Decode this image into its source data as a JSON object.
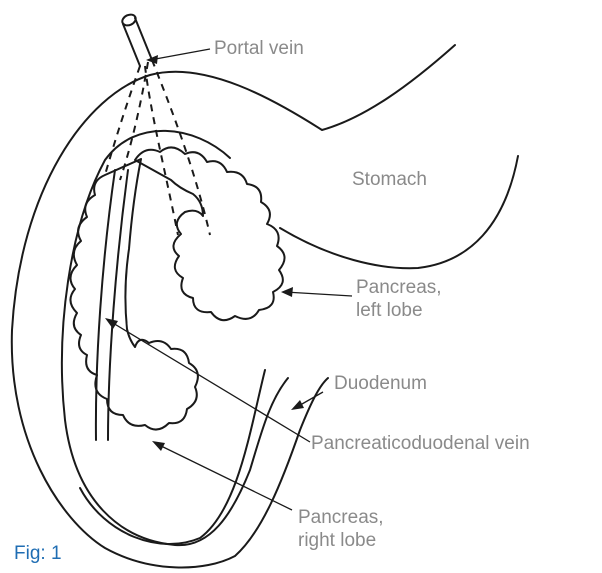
{
  "diagram": {
    "labels": {
      "portal_vein": "Portal vein",
      "stomach": "Stomach",
      "pancreas_left_1": "Pancreas,",
      "pancreas_left_2": "left lobe",
      "duodenum": "Duodenum",
      "pancreaticoduodenal_vein": "Pancreaticoduodenal vein",
      "pancreas_right_1": "Pancreas,",
      "pancreas_right_2": "right lobe"
    },
    "figure_label": "Fig: 1",
    "colors": {
      "line": "#1a1a1a",
      "label_text": "#8a8a8a",
      "figure_label": "#1f6db3"
    }
  }
}
